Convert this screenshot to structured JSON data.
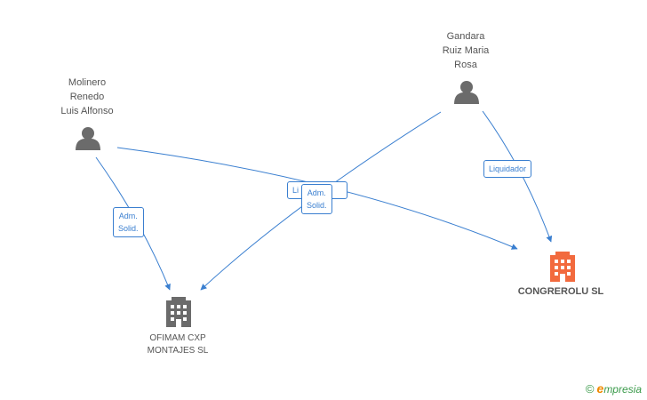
{
  "persons": [
    {
      "name_lines": [
        "Gandara",
        "Ruiz Maria",
        "Rosa"
      ],
      "icon": "person-icon"
    },
    {
      "name_lines": [
        "Molinero",
        "Renedo",
        "Luis Alfonso"
      ],
      "icon": "person-icon"
    }
  ],
  "companies": [
    {
      "name_lines": [
        "CONGREROLU SL"
      ],
      "icon": "building-icon",
      "color": "#f26a3e"
    },
    {
      "name_lines": [
        "OFIMAM CXP",
        "MONTAJES  SL"
      ],
      "icon": "building-icon",
      "color": "#6b6b6b"
    }
  ],
  "edges": [
    {
      "from": "Gandara Ruiz Maria Rosa",
      "to": "CONGREROLU SL",
      "label_lines": [
        "Liquidador"
      ]
    },
    {
      "from": "Gandara Ruiz Maria Rosa",
      "to": "OFIMAM CXP MONTAJES  SL",
      "label_lines": [
        "Adm.",
        "Solid."
      ]
    },
    {
      "from": "Molinero Renedo Luis Alfonso",
      "to": "OFIMAM CXP MONTAJES  SL",
      "label_lines": [
        "Adm.",
        "Solid."
      ]
    },
    {
      "from": "Molinero Renedo Luis Alfonso",
      "to": "CONGREROLU SL",
      "label_lines": [
        "Li"
      ]
    }
  ],
  "colors": {
    "edge": "#3a7fd0",
    "person": "#6b6b6b"
  },
  "brand": {
    "copyright": "©",
    "initial": "e",
    "name": "mpresia"
  }
}
